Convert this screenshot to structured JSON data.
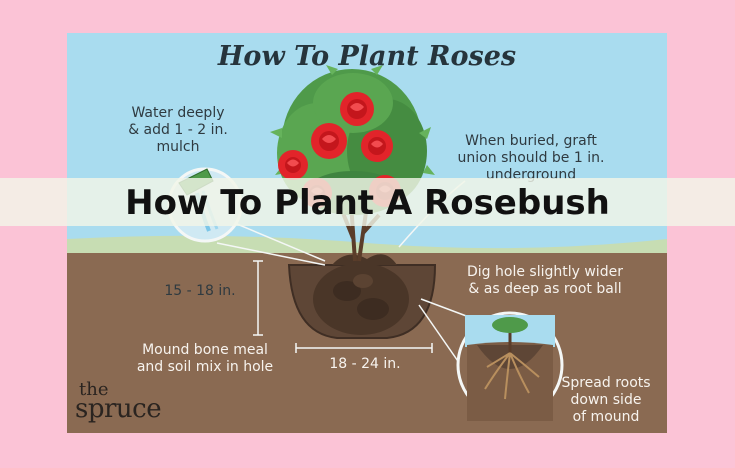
{
  "poster": {
    "title": "How To Plant Roses",
    "banner": "How To Plant A Rosebush",
    "brand_line1": "the",
    "brand_line2": "spruce"
  },
  "labels": {
    "water": "Water deeply\n& add 1 - 2 in.\nmulch",
    "graft": "When buried, graft\nunion should be 1 in.\nunderground",
    "depth": "15 - 18 in.",
    "dig": "Dig hole slightly wider\n& as deep as root ball",
    "mound": "Mound bone meal\nand soil mix in hole",
    "width": "18 - 24 in.",
    "spread": "Spread roots\ndown side\nof mound"
  },
  "colors": {
    "page_background": "#fbc3d6",
    "sky": "#a9dcef",
    "soil": "#8a6a52",
    "rose": "#e2242a",
    "leaf": "#4f9a4a"
  }
}
